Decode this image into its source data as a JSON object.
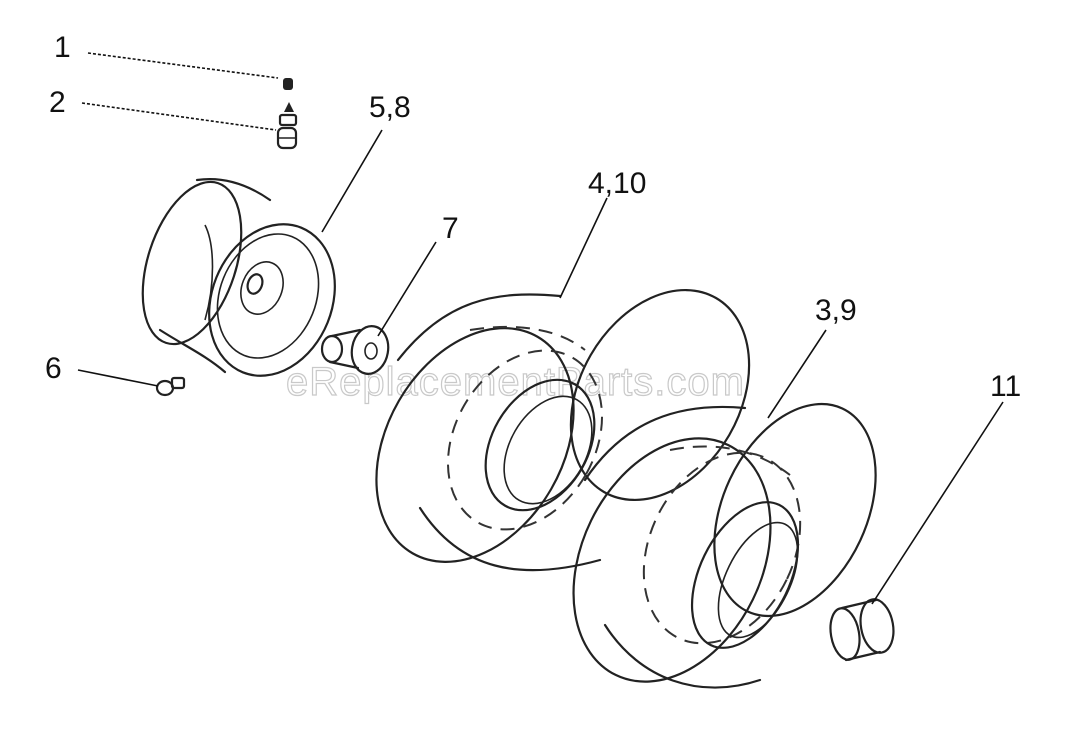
{
  "callouts": {
    "c1": "1",
    "c2": "2",
    "c58": "5,8",
    "c410": "4,10",
    "c7": "7",
    "c39": "3,9",
    "c6": "6",
    "c11": "11"
  },
  "watermark": "eReplacementParts.com"
}
